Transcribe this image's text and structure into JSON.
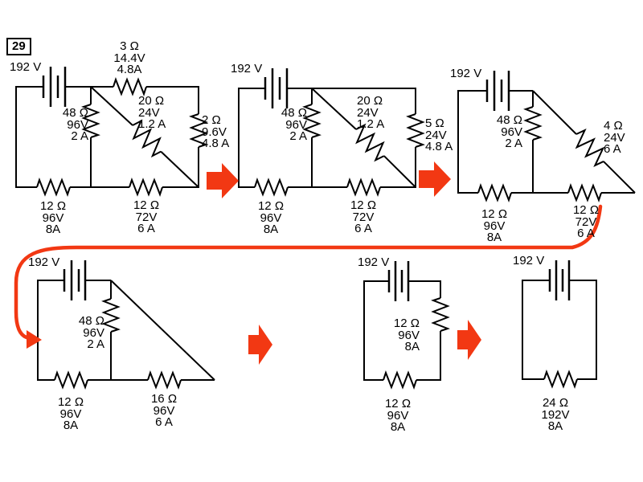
{
  "badge": "29",
  "colors": {
    "accent_red": "#F23813",
    "wire": "#000000"
  },
  "circuits": {
    "step1": {
      "source_voltage": "192 V",
      "r3": {
        "ohms": "3 Ω",
        "volts": "14.4V",
        "amps": "4.8A"
      },
      "r48": {
        "ohms": "48 Ω",
        "volts": "96V",
        "amps": "2 A"
      },
      "r20": {
        "ohms": "20 Ω",
        "volts": "24V",
        "amps": "1.2 A"
      },
      "r2": {
        "ohms": "2 Ω",
        "volts": "9.6V",
        "amps": "4.8 A"
      },
      "r12a": {
        "ohms": "12 Ω",
        "volts": "96V",
        "amps": "8A"
      },
      "r12b": {
        "ohms": "12 Ω",
        "volts": "72V",
        "amps": "6 A"
      }
    },
    "step2": {
      "source_voltage": "192 V",
      "r48": {
        "ohms": "48 Ω",
        "volts": "96V",
        "amps": "2 A"
      },
      "r20": {
        "ohms": "20 Ω",
        "volts": "24V",
        "amps": "1.2 A"
      },
      "r5": {
        "ohms": "5 Ω",
        "volts": "24V",
        "amps": "4.8 A"
      },
      "r12a": {
        "ohms": "12 Ω",
        "volts": "96V",
        "amps": "8A"
      },
      "r12b": {
        "ohms": "12 Ω",
        "volts": "72V",
        "amps": "6 A"
      }
    },
    "step3": {
      "source_voltage": "192 V",
      "r48": {
        "ohms": "48 Ω",
        "volts": "96V",
        "amps": "2 A"
      },
      "r4": {
        "ohms": "4 Ω",
        "volts": "24V",
        "amps": "6 A"
      },
      "r12a": {
        "ohms": "12 Ω",
        "volts": "96V",
        "amps": "8A"
      },
      "r12b": {
        "ohms": "12 Ω",
        "volts": "72V",
        "amps": "6 A"
      }
    },
    "step4": {
      "source_voltage": "192 V",
      "r48": {
        "ohms": "48 Ω",
        "volts": "96V",
        "amps": "2 A"
      },
      "r12": {
        "ohms": "12 Ω",
        "volts": "96V",
        "amps": "8A"
      },
      "r16": {
        "ohms": "16 Ω",
        "volts": "96V",
        "amps": "6 A"
      }
    },
    "step5": {
      "source_voltage": "192 V",
      "r12a": {
        "ohms": "12 Ω",
        "volts": "96V",
        "amps": "8A"
      },
      "r12b": {
        "ohms": "12 Ω",
        "volts": "96V",
        "amps": "8A"
      }
    },
    "step6": {
      "source_voltage": "192 V",
      "r24": {
        "ohms": "24 Ω",
        "volts": "192V",
        "amps": "8A"
      }
    }
  }
}
